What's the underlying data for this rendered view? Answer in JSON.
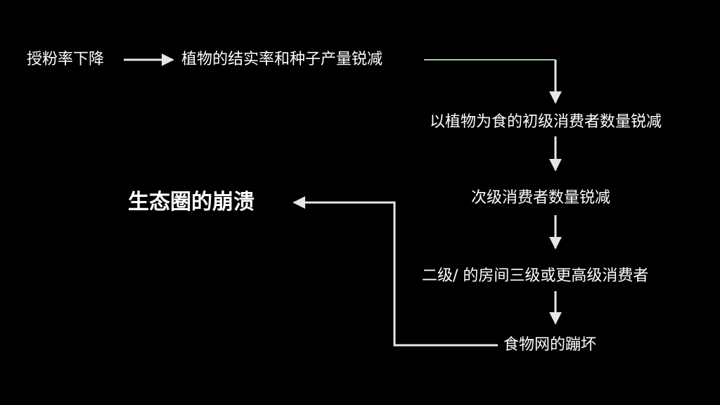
{
  "nodes": {
    "pollination": "授粉率下降",
    "plant_yield": "植物的结实率和种子产量锐减",
    "primary": "以植物为食的初级消费者数量锐减",
    "secondary": "次级消费者数量锐减",
    "tertiary": "二级/ 的房间三级或更高级消费者",
    "food_web": "食物网的蹦坏",
    "collapse": "生态圈的崩溃"
  },
  "colors": {
    "background": "#000000",
    "text": "#ffffff",
    "arrow": "#e6e6e6",
    "accent_line": "#9ad19a"
  }
}
